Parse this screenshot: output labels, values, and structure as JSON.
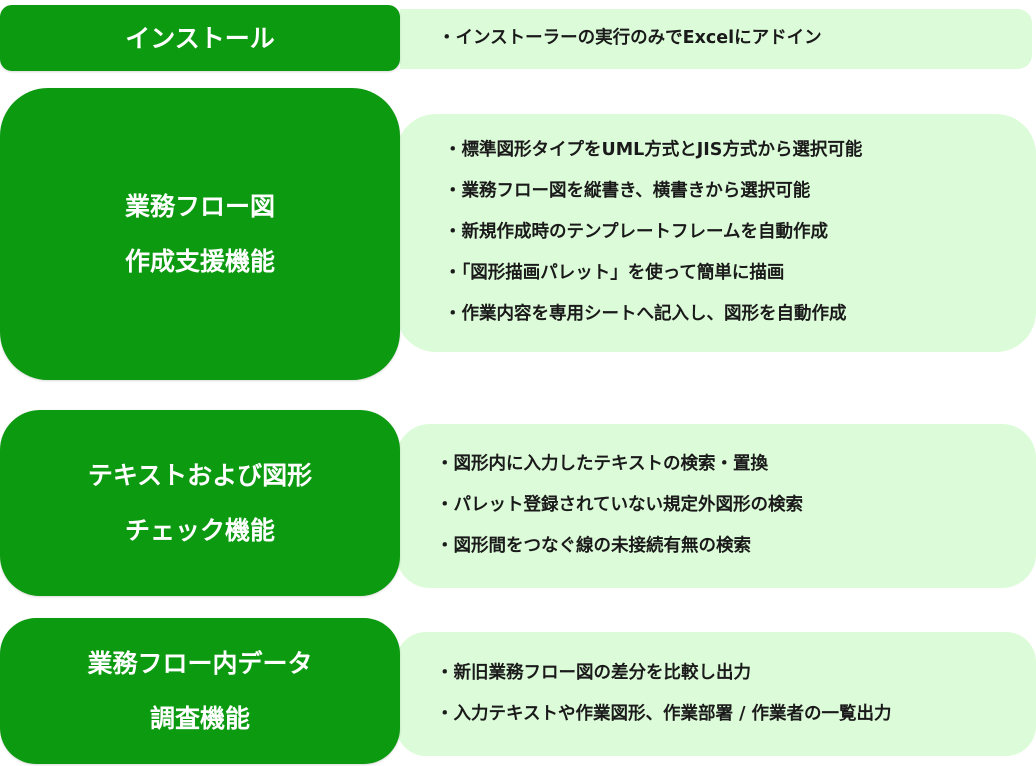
{
  "colors": {
    "label_bg": "#0b9a10",
    "label_text": "#ffffff",
    "desc_bg": "#dcfbd8",
    "desc_text": "#1a1a1a"
  },
  "rows": [
    {
      "label": [
        "インストール"
      ],
      "items": [
        "・インストーラーの実行のみでExcelにアドイン"
      ]
    },
    {
      "label": [
        "業務フロー図",
        "作成支援機能"
      ],
      "items": [
        "・標準図形タイプをUML方式とJIS方式から選択可能",
        "・業務フロー図を縦書き、横書きから選択可能",
        "・新規作成時のテンプレートフレームを自動作成",
        "・「図形描画パレット」を使って簡単に描画",
        "・作業内容を専用シートへ記入し、図形を自動作成"
      ]
    },
    {
      "label": [
        "テキストおよび図形",
        "チェック機能"
      ],
      "items": [
        "・図形内に入力したテキストの検索・置換",
        "・パレット登録されていない規定外図形の検索",
        "・図形間をつなぐ線の未接続有無の検索"
      ]
    },
    {
      "label": [
        "業務フロー内データ",
        "調査機能"
      ],
      "items": [
        "・新旧業務フロー図の差分を比較し出力",
        "・入力テキストや作業図形、作業部署 / 作業者の一覧出力"
      ]
    }
  ]
}
